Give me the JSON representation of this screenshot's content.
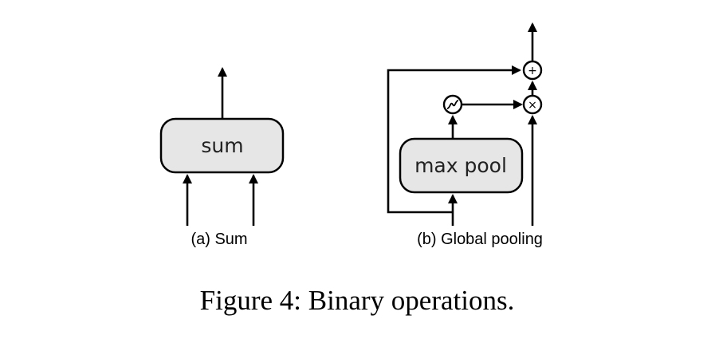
{
  "panel_a": {
    "box_label": "sum",
    "caption": "(a) Sum"
  },
  "panel_b": {
    "box_label": "max pool",
    "caption": "(b) Global pooling",
    "add_symbol": "+",
    "multiply_symbol": "×"
  },
  "figure_caption": "Figure 4: Binary operations."
}
